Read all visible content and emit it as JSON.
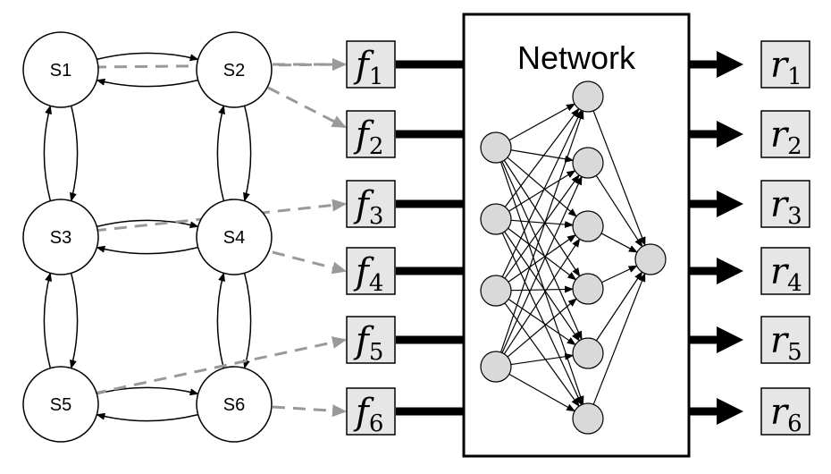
{
  "states": [
    "S1",
    "S2",
    "S3",
    "S4",
    "S5",
    "S6"
  ],
  "features": [
    {
      "base": "f",
      "sub": "1"
    },
    {
      "base": "f",
      "sub": "2"
    },
    {
      "base": "f",
      "sub": "3"
    },
    {
      "base": "f",
      "sub": "4"
    },
    {
      "base": "f",
      "sub": "5"
    },
    {
      "base": "f",
      "sub": "6"
    }
  ],
  "network": {
    "title": "Network",
    "layers": [
      4,
      6,
      1
    ]
  },
  "outputs": [
    {
      "base": "r",
      "sub": "1"
    },
    {
      "base": "r",
      "sub": "2"
    },
    {
      "base": "r",
      "sub": "3"
    },
    {
      "base": "r",
      "sub": "4"
    },
    {
      "base": "r",
      "sub": "5"
    },
    {
      "base": "r",
      "sub": "6"
    }
  ],
  "colors": {
    "node_fill": "#d9d9d9",
    "box_fill": "#e6e6e6",
    "dashed": "#999999",
    "stroke": "#000000"
  }
}
